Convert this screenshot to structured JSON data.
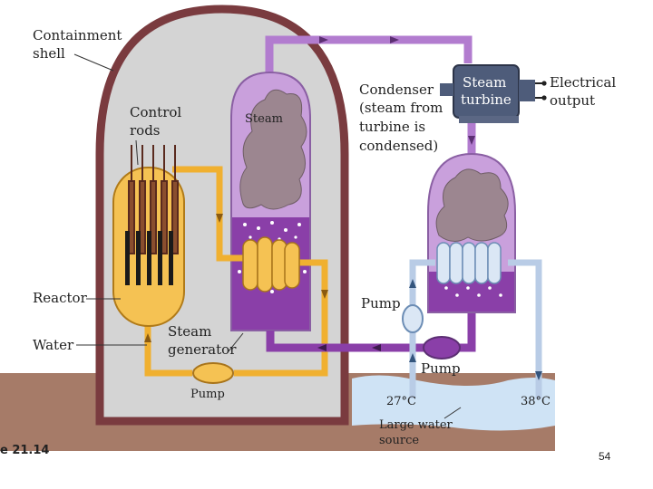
{
  "labels": {
    "containment_line1": "Containment",
    "containment_line2": "shell",
    "control_line1": "Control",
    "control_line2": "rods",
    "steam": "Steam",
    "condenser_line1": "Condenser",
    "condenser_line2": "(steam from",
    "condenser_line3": "turbine is",
    "condenser_line4": "condensed)",
    "turbine_line1": "Steam",
    "turbine_line2": "turbine",
    "electrical_line1": "Electrical",
    "electrical_line2": "output",
    "reactor": "Reactor",
    "water": "Water",
    "steam_gen_line1": "Steam",
    "steam_gen_line2": "generator",
    "pump_primary": "Pump",
    "pump_cooling": "Pump",
    "pump_condensate": "Pump",
    "temp_in": "27°C",
    "temp_out": "38°C",
    "water_source_line1": "Large water",
    "water_source_line2": "source"
  },
  "figure_number": "e 21.14",
  "page_number": "54",
  "colors": {
    "containment_shell": "#7a3b3f",
    "containment_fill": "#d4d4d4",
    "reactor_fill": "#f5c253",
    "primary_loop": "#f0b030",
    "steam_loop": "#b27ccf",
    "liquid_purple": "#8a3fa8",
    "cooling_loop": "#b9cce6",
    "ground": "#a67b68",
    "water_source": "#cfe3f5"
  }
}
